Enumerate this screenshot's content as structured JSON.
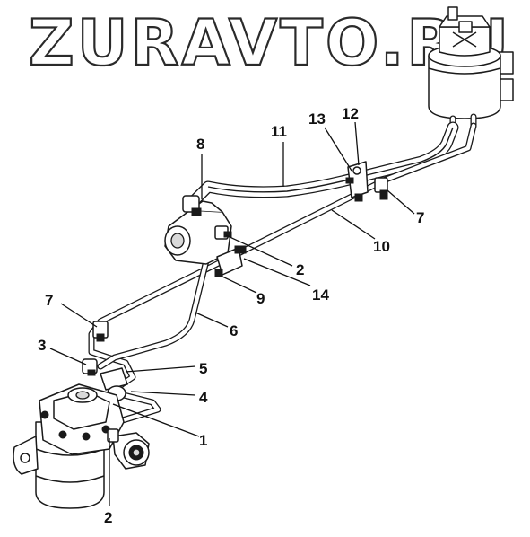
{
  "watermark": "ZURAVTO.RU",
  "callouts": [
    {
      "id": "c8",
      "text": "8"
    },
    {
      "id": "c11",
      "text": "11"
    },
    {
      "id": "c13",
      "text": "13"
    },
    {
      "id": "c12",
      "text": "12"
    },
    {
      "id": "c7a",
      "text": "7"
    },
    {
      "id": "c10",
      "text": "10"
    },
    {
      "id": "c2a",
      "text": "2"
    },
    {
      "id": "c14",
      "text": "14"
    },
    {
      "id": "c9",
      "text": "9"
    },
    {
      "id": "c7b",
      "text": "7"
    },
    {
      "id": "c6",
      "text": "6"
    },
    {
      "id": "c3",
      "text": "3"
    },
    {
      "id": "c5",
      "text": "5"
    },
    {
      "id": "c4",
      "text": "4"
    },
    {
      "id": "c1",
      "text": "1"
    },
    {
      "id": "c2b",
      "text": "2"
    }
  ]
}
